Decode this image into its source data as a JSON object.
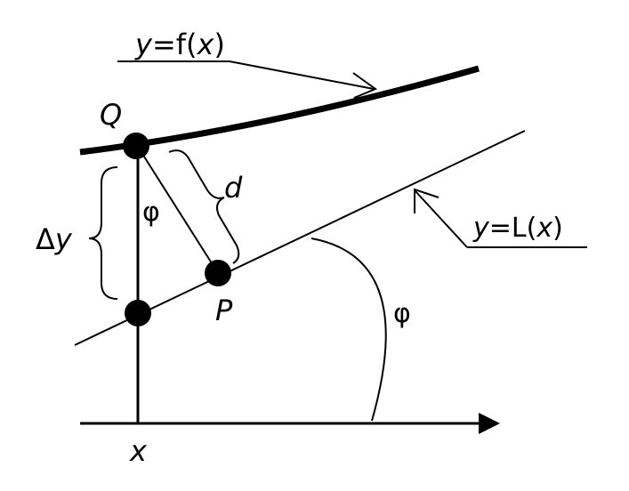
{
  "labels": {
    "curve_y": "y",
    "curve_eq": "=f(",
    "curve_x": "x",
    "curve_close": ")",
    "line_y": "y",
    "line_eq": "=L(",
    "line_x": "x",
    "line_close": ")",
    "point_q": "Q",
    "point_p": "P",
    "distance_d": "d",
    "delta_symbol": "Δ",
    "delta_y": "y",
    "angle_phi_inner": "φ",
    "angle_phi_outer": "φ",
    "axis_x": "x"
  },
  "colors": {
    "ink": "#000000",
    "background": "#ffffff"
  }
}
